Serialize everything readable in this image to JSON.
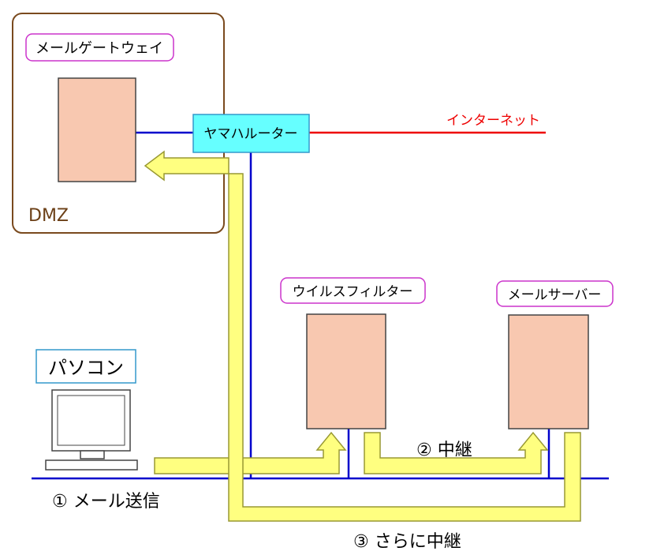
{
  "zone": {
    "label": "DMZ"
  },
  "nodes": {
    "gateway": {
      "label": "メールゲートウェイ"
    },
    "router": {
      "label": "ヤマハルーター"
    },
    "internet": {
      "label": "インターネット"
    },
    "virus_filter": {
      "label": "ウイルスフィルター"
    },
    "mail_server": {
      "label": "メールサーバー"
    },
    "pc": {
      "label": "パソコン"
    }
  },
  "steps": {
    "step1": "① メール送信",
    "step2": "② 中継",
    "step3": "③ さらに中継"
  },
  "colors": {
    "dmz_border": "#7a4a1e",
    "dmz_text": "#6b3f16",
    "server_fill": "#f8c8b0",
    "server_stroke": "#444444",
    "label_border": "#cc33cc",
    "router_fill": "#66ffff",
    "router_stroke": "#3399cc",
    "lan_line": "#0000cc",
    "internet_line": "#ee0000",
    "internet_text": "#ee0000",
    "arrow_fill": "#ffff80",
    "arrow_stroke": "#999933",
    "pc_label_border": "#3399cc"
  }
}
